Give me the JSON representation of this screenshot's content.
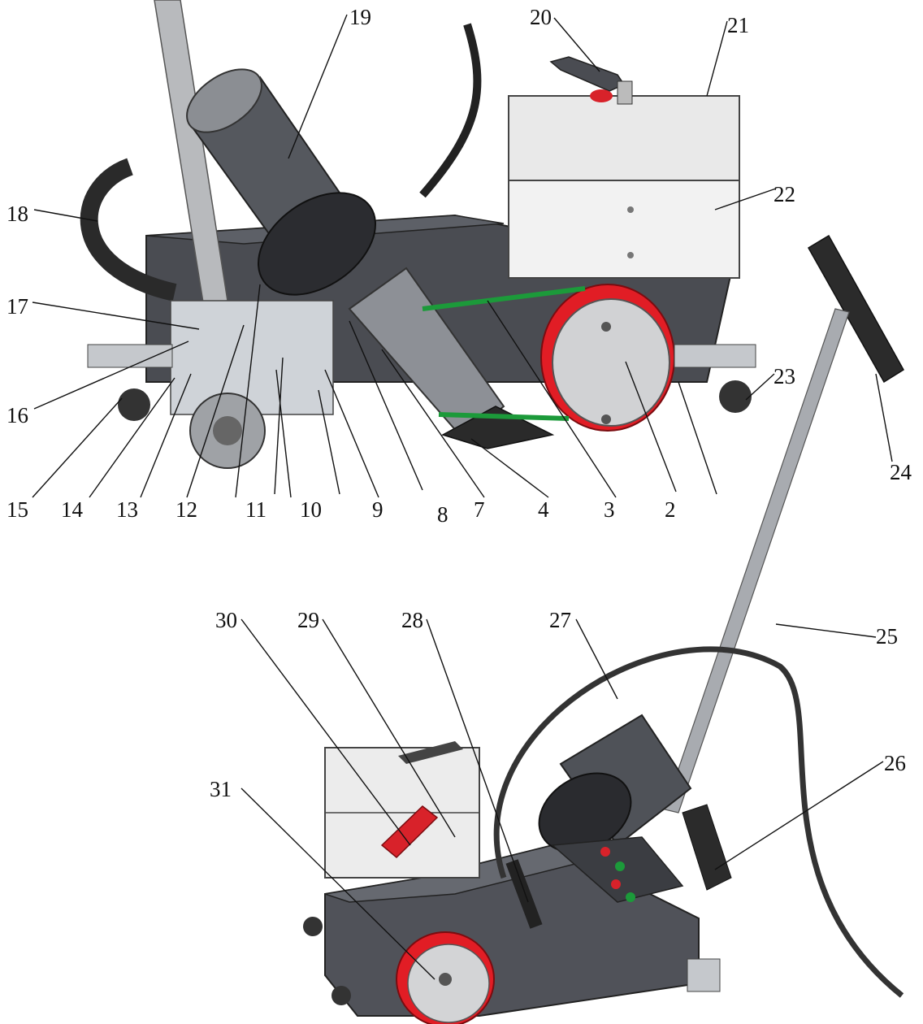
{
  "labels": [
    "2",
    "3",
    "4",
    "7",
    "8",
    "9",
    "10",
    "11",
    "12",
    "13",
    "14",
    "15",
    "16",
    "17",
    "18",
    "19",
    "20",
    "21",
    "22",
    "23",
    "24",
    "25",
    "26",
    "27",
    "28",
    "29",
    "30",
    "31"
  ]
}
